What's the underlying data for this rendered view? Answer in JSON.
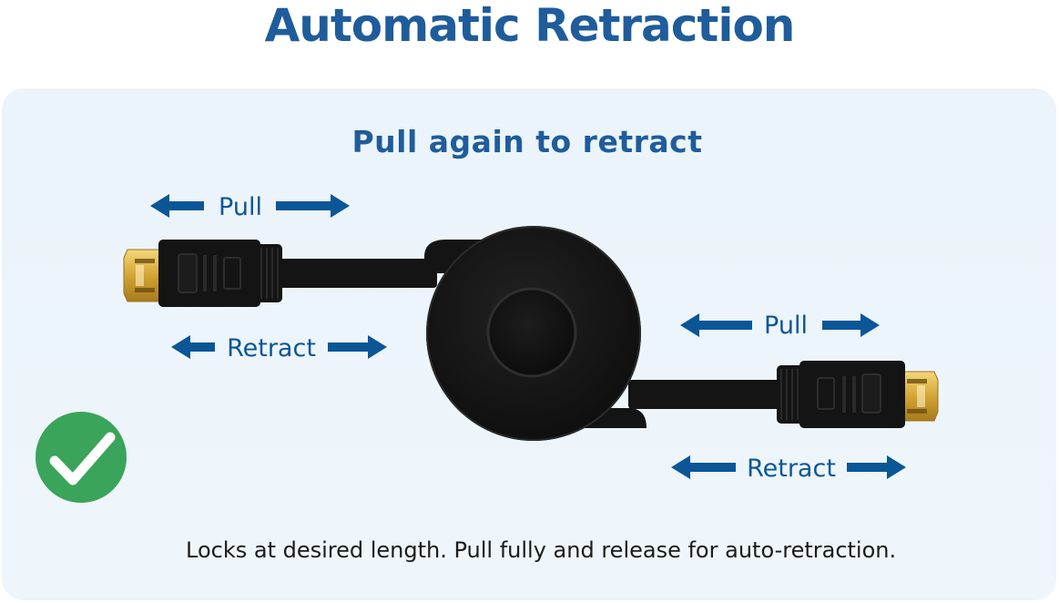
{
  "page": {
    "title": "Automatic Retraction",
    "subtitle": "Pull again to retract",
    "footer": "Locks at desired length. Pull fully and release for auto-retraction."
  },
  "labels": {
    "left_pull": "Pull",
    "left_retract": "Retract",
    "right_pull": "Pull",
    "right_retract": "Retract"
  },
  "icons": {
    "check": "check-circle-icon",
    "connector": "hdmi-connector-icon",
    "arrow_left": "arrow-left-icon",
    "arrow_right": "arrow-right-icon"
  },
  "colors": {
    "title": "#1f5c9b",
    "accent_blue": "#0b5697",
    "check_green": "#3aa45a",
    "cable_black": "#141414",
    "gold": "#d9b23c",
    "panel_bg": "#ecf5fb"
  }
}
